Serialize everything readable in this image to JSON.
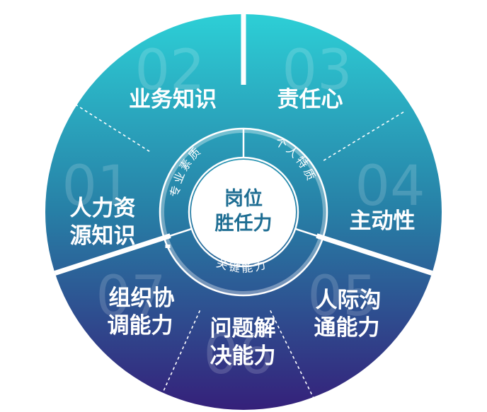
{
  "center": {
    "line1": "岗位",
    "line2": "胜任力"
  },
  "ring": {
    "professional": "专业素质",
    "personal": "个人特质",
    "key": "关键能力"
  },
  "segments": [
    {
      "number": "01",
      "lines": [
        "人力资",
        "源知识"
      ]
    },
    {
      "number": "02",
      "lines": [
        "业务知识"
      ]
    },
    {
      "number": "03",
      "lines": [
        "责任心"
      ]
    },
    {
      "number": "04",
      "lines": [
        "主动性"
      ]
    },
    {
      "number": "05",
      "lines": [
        "人际沟",
        "通能力"
      ]
    },
    {
      "number": "06",
      "lines": [
        "问题解",
        "决能力"
      ]
    },
    {
      "number": "07",
      "lines": [
        "组织协",
        "调能力"
      ]
    }
  ],
  "colors": {
    "top": "#2dcfd6",
    "middle": "#277fa6",
    "bottom": "#35207a",
    "ring_divider": "#ffffff",
    "center_fill": "#ffffff",
    "center_text": "#1f6e93"
  }
}
